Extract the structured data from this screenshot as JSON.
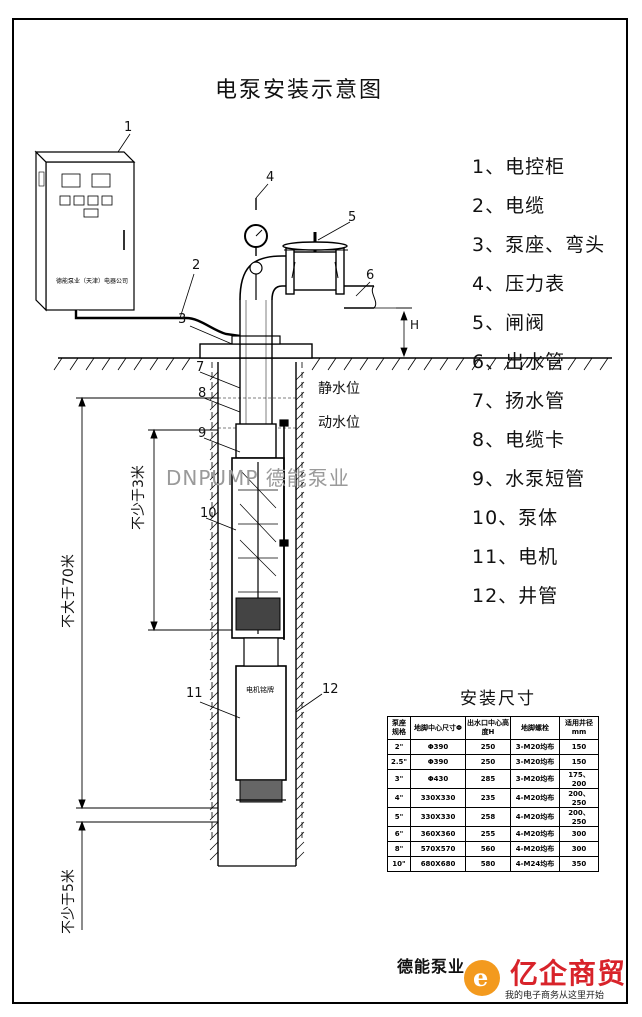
{
  "title": "电泵安装示意图",
  "legend": [
    "1、电控柜",
    "2、电缆",
    "3、泵座、弯头",
    "4、压力表",
    "5、闸阀",
    "6、出水管",
    "7、扬水管",
    "8、电缆卡",
    "9、水泵短管",
    "10、泵体",
    "11、电机",
    "12、井管"
  ],
  "callouts": [
    "1",
    "2",
    "3",
    "4",
    "5",
    "6",
    "7",
    "8",
    "9",
    "10",
    "11",
    "12"
  ],
  "levels": {
    "static": "静水位",
    "dynamic": "动水位"
  },
  "dimensions": {
    "h": "H",
    "min3": "不少于3米",
    "max70": "不大于70米",
    "min5": "不少于5米"
  },
  "cabinet_brand": "德能泵业（天津）电器公司",
  "motor_tag": "电机铭牌",
  "watermark": "DNPUMP 德能泵业",
  "table": {
    "title": "安装尺寸",
    "headers": [
      "泵座规格",
      "地脚中心尺寸Φ",
      "出水口中心高度H",
      "地脚螺栓",
      "适用井径mm"
    ],
    "rows": [
      [
        "2\"",
        "Φ390",
        "250",
        "3-M20均布",
        "150"
      ],
      [
        "2.5\"",
        "Φ390",
        "250",
        "3-M20均布",
        "150"
      ],
      [
        "3\"",
        "Φ430",
        "285",
        "3-M20均布",
        "175、200"
      ],
      [
        "4\"",
        "330X330",
        "235",
        "4-M20均布",
        "200、250"
      ],
      [
        "5\"",
        "330X330",
        "258",
        "4-M20均布",
        "200、250"
      ],
      [
        "6\"",
        "360X360",
        "255",
        "4-M20均布",
        "300"
      ],
      [
        "8\"",
        "570X570",
        "560",
        "4-M20均布",
        "300"
      ],
      [
        "10\"",
        "680X680",
        "580",
        "4-M24均布",
        "350"
      ]
    ]
  },
  "footer": {
    "company": "德能泵业",
    "brand": "亿企商贸",
    "slogan": "我的电子商务从这里开始",
    "logo_letter": "e"
  }
}
